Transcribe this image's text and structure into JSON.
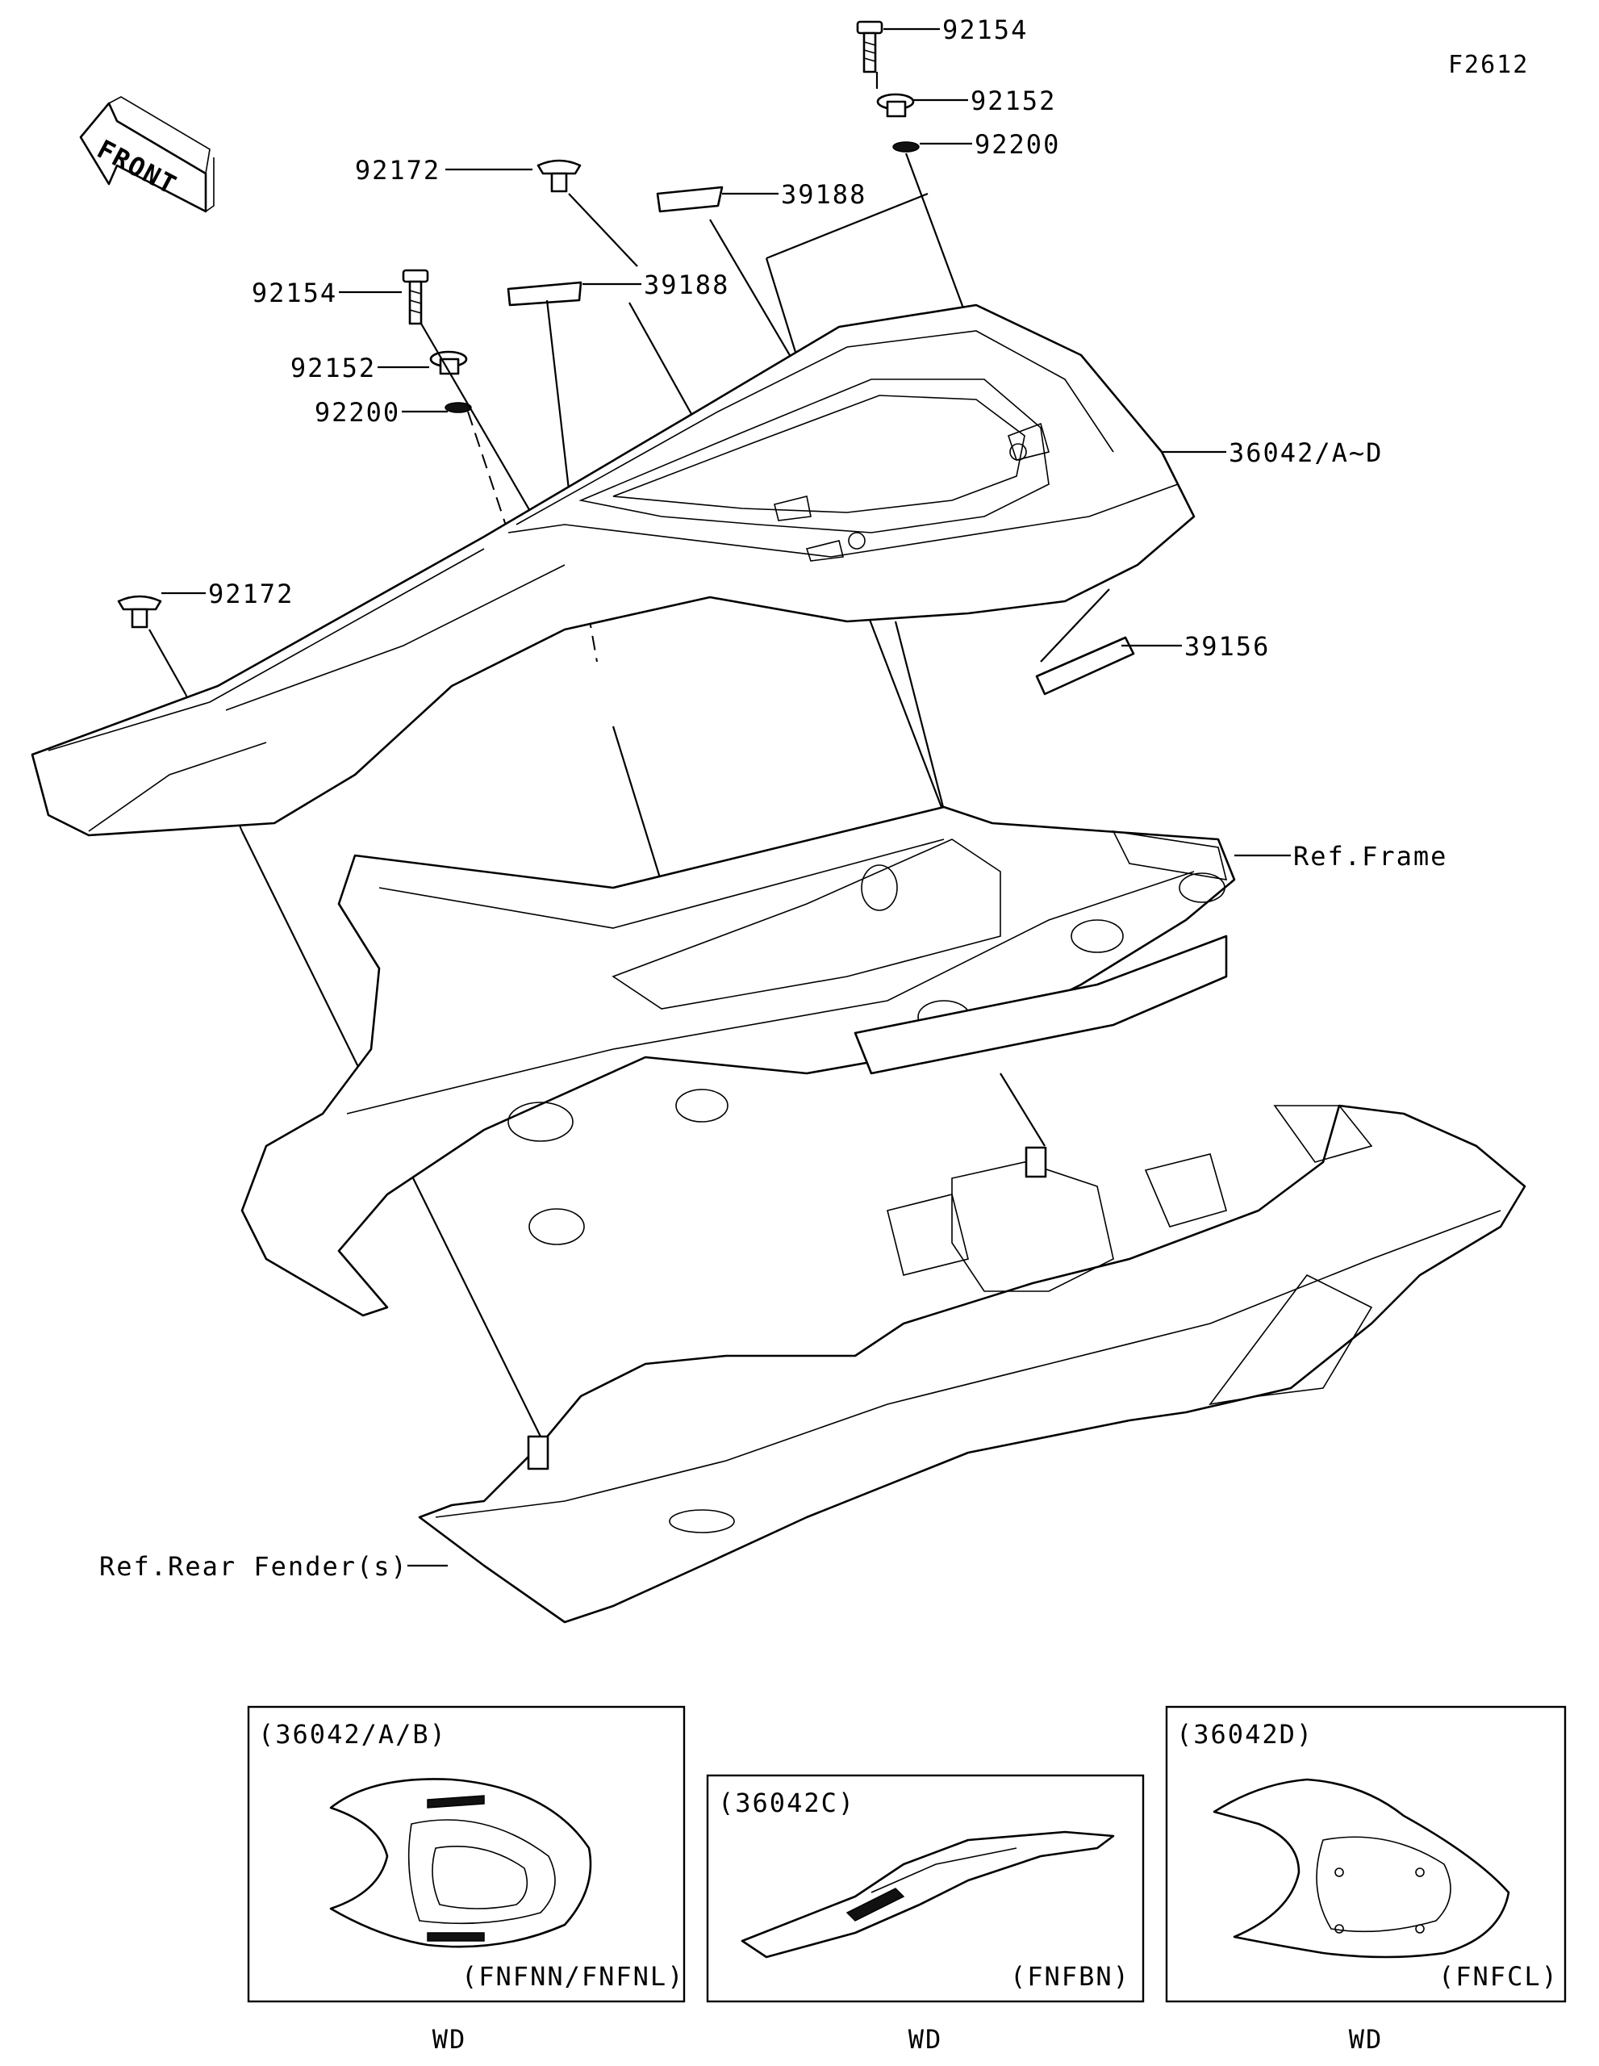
{
  "figure_code": "F2612",
  "front_arrow": {
    "text": "FRONT"
  },
  "callouts": {
    "bolt_top": "92154",
    "collar_top": "92152",
    "grommet_top": "92200",
    "screw_upper": "92172",
    "label_top": "39188",
    "label_mid": "39188",
    "bolt_left": "92154",
    "collar_left": "92152",
    "grommet_left": "92200",
    "seat_cover": "36042/A~D",
    "screw_left": "92172",
    "label_lower": "39156",
    "frame_ref": "Ref.Frame",
    "fender_ref": "Ref.Rear Fender(s)"
  },
  "variants": [
    {
      "part": "(36042/A/B)",
      "code": "(FNFNN/FNFNL)",
      "caption": "WD"
    },
    {
      "part": "(36042C)",
      "code": "(FNFBN)",
      "caption": "WD"
    },
    {
      "part": "(36042D)",
      "code": "(FNFCL)",
      "caption": "WD"
    }
  ],
  "icons": [
    "front-arrow-icon",
    "bolt-icon",
    "collar-icon",
    "grommet-icon",
    "screw-icon",
    "label-sticker-icon"
  ]
}
